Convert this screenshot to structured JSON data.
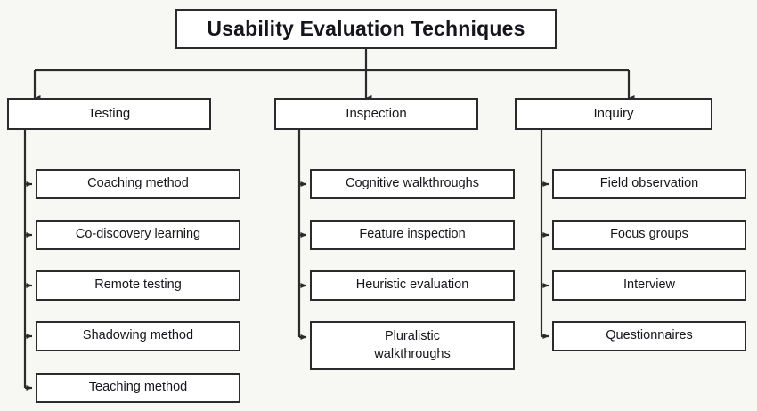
{
  "diagram": {
    "title": "Usability Evaluation Techniques",
    "background_color": "#f7f7f4",
    "box_fill": "#ffffff",
    "box_border_color": "#2b2b2b",
    "text_color": "#15151c",
    "branches": [
      {
        "label": "Testing",
        "children": [
          {
            "label": "Coaching method"
          },
          {
            "label": "Co-discovery learning"
          },
          {
            "label": "Remote testing"
          },
          {
            "label": "Shadowing method"
          },
          {
            "label": "Teaching method"
          }
        ]
      },
      {
        "label": "Inspection",
        "children": [
          {
            "label": "Cognitive walkthroughs"
          },
          {
            "label": "Feature inspection"
          },
          {
            "label": "Heuristic evaluation"
          },
          {
            "label": "Pluralistic walkthroughs"
          }
        ]
      },
      {
        "label": "Inquiry",
        "children": [
          {
            "label": "Field observation"
          },
          {
            "label": "Focus groups"
          },
          {
            "label": "Interview"
          },
          {
            "label": "Questionnaires"
          }
        ]
      }
    ]
  }
}
